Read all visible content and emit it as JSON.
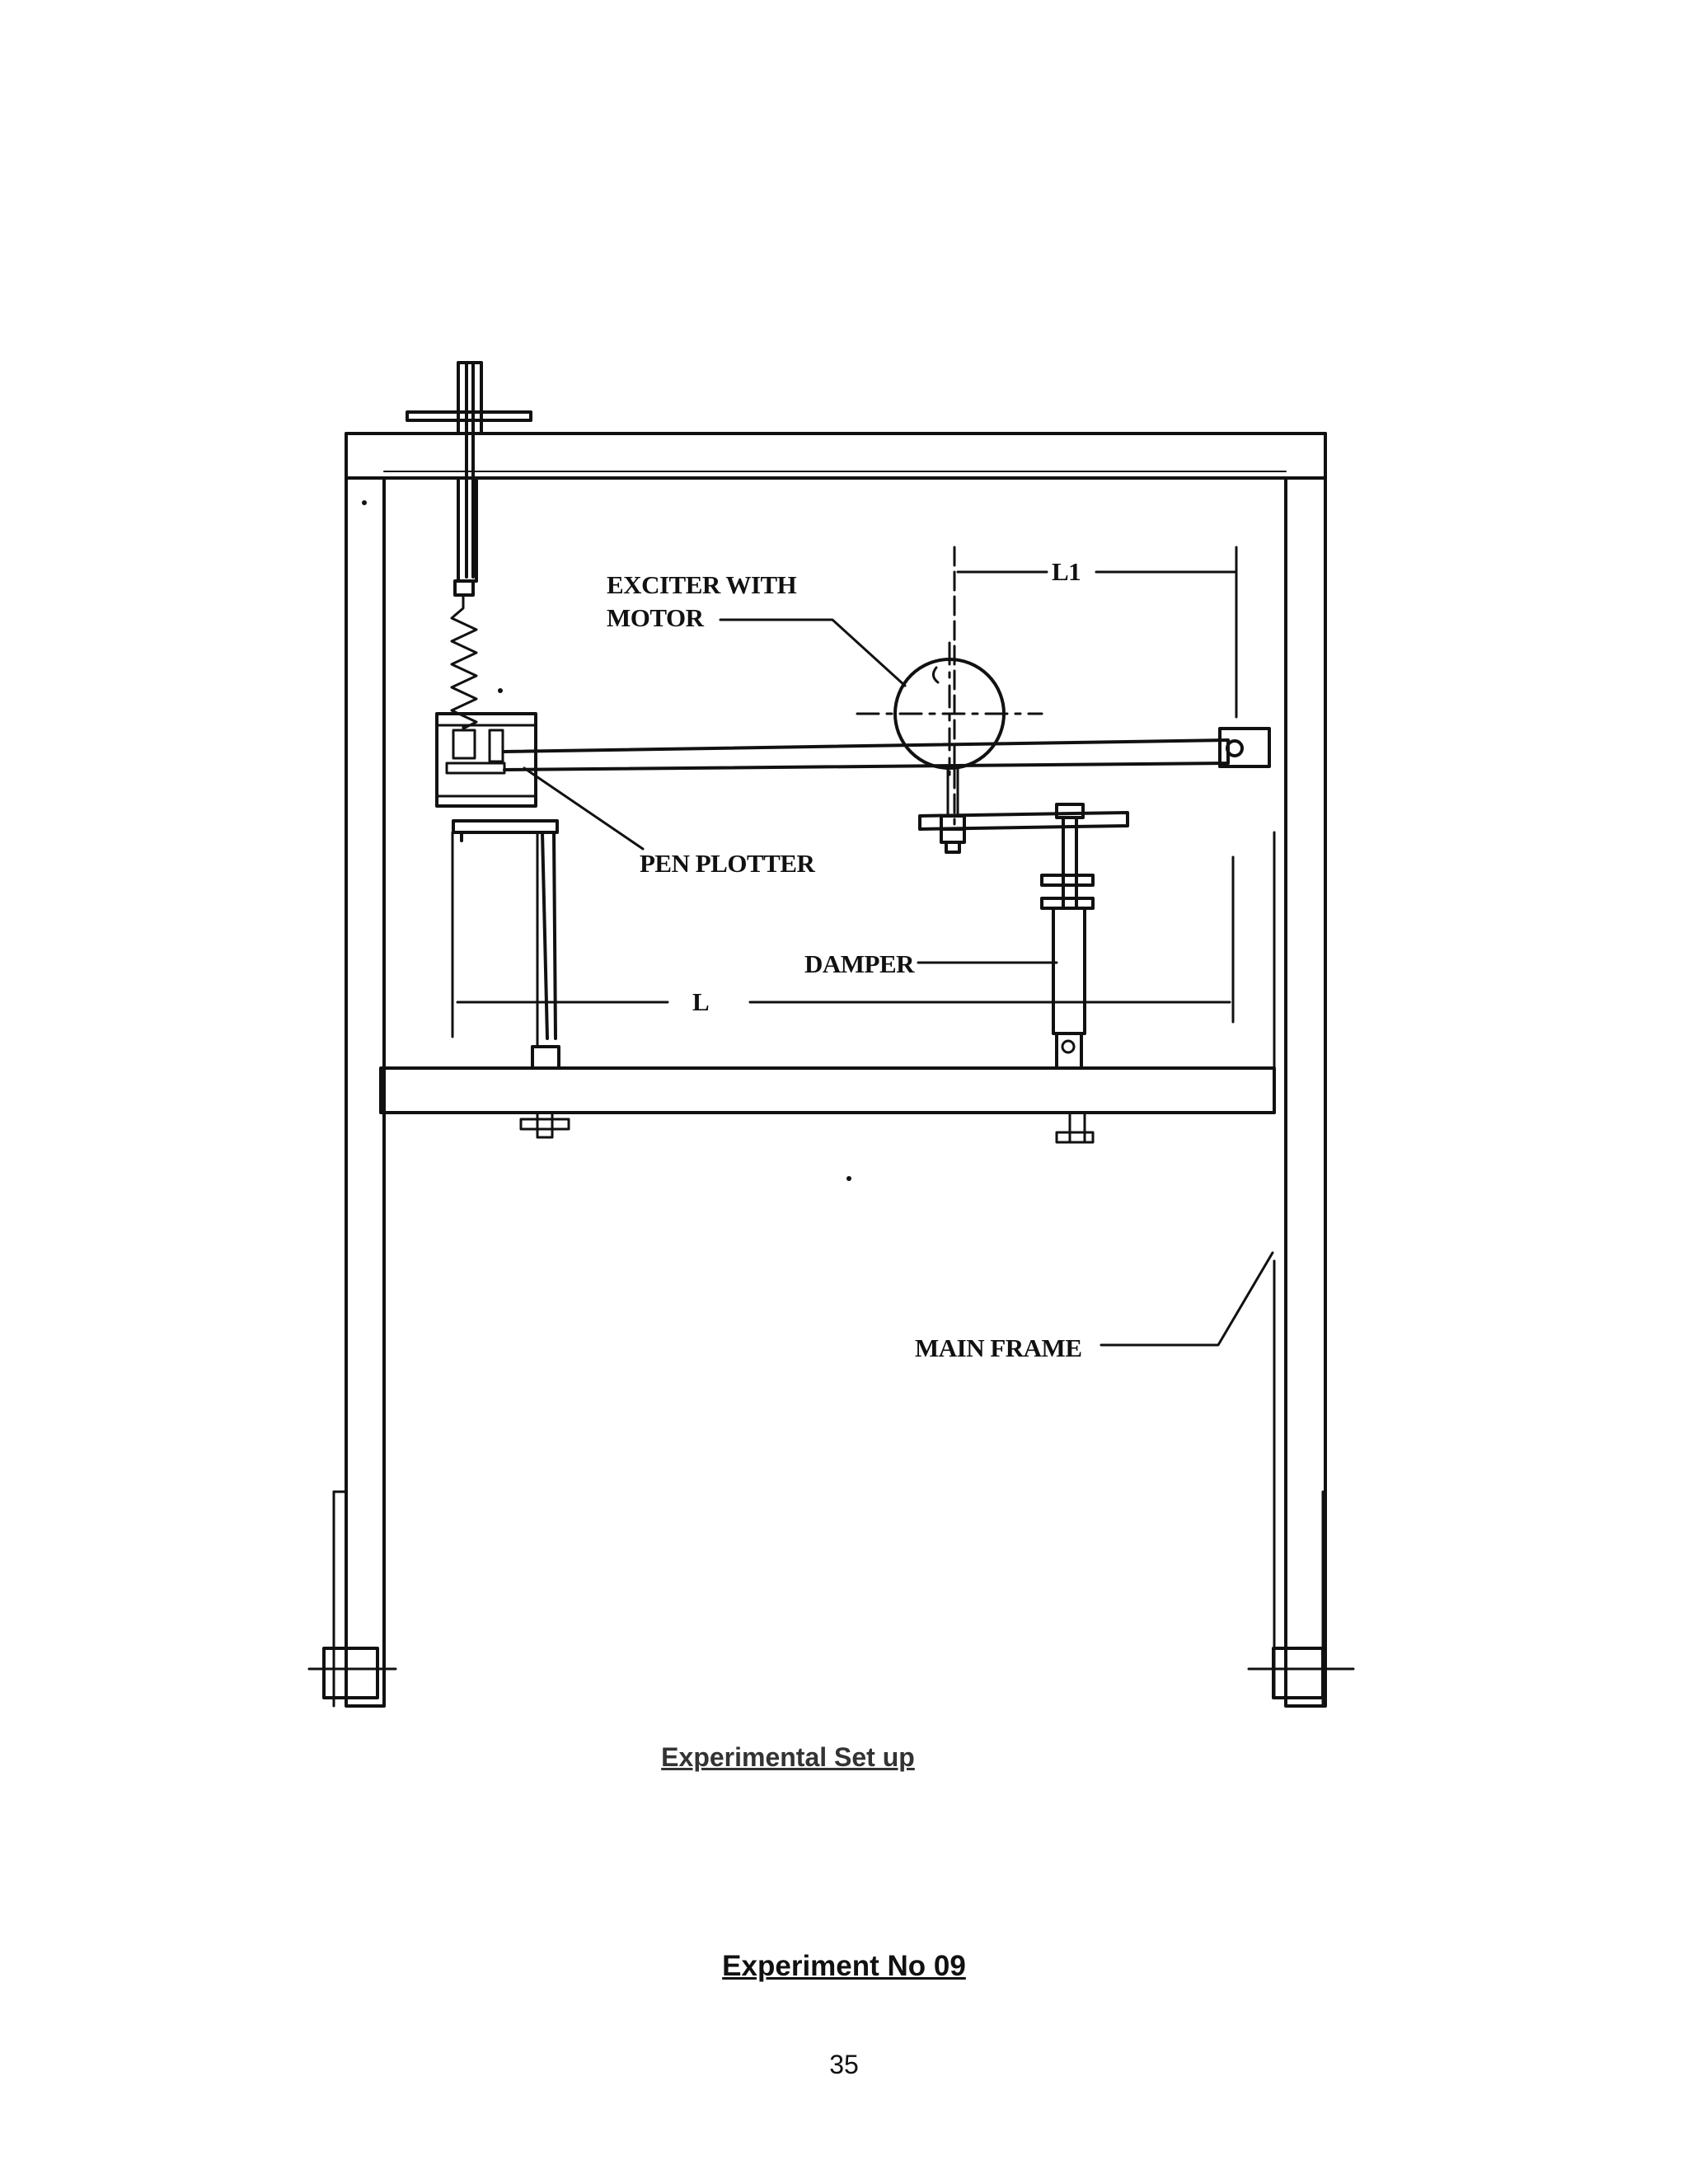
{
  "diagram": {
    "labels": {
      "exciter_line1": "EXCITER WITH",
      "exciter_line2": "MOTOR",
      "l1": "L1",
      "pen_plotter": "PEN PLOTTER",
      "damper": "DAMPER",
      "l": "L",
      "main_frame": "MAIN FRAME"
    }
  },
  "figure_caption": "Experimental Set up",
  "experiment_title": "Experiment No 09",
  "page_number": "35"
}
